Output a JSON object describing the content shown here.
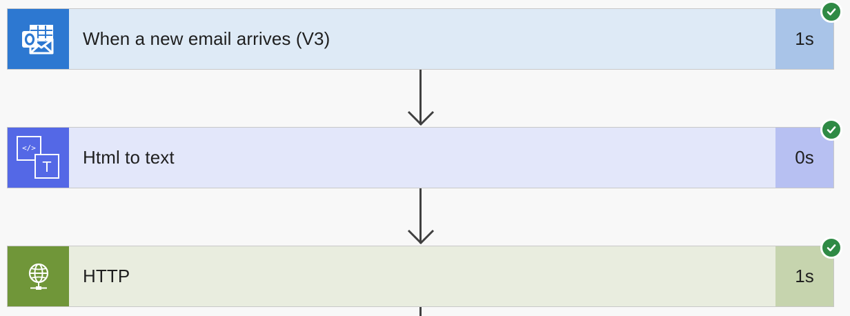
{
  "steps": [
    {
      "title": "When a new email arrives (V3)",
      "duration": "1s",
      "icon": "outlook-icon",
      "status": "succeeded",
      "colors": {
        "icon_bg": "#2d78d1",
        "body_bg": "#deeaf6",
        "duration_bg": "#a9c4e8"
      }
    },
    {
      "title": "Html to text",
      "duration": "0s",
      "icon": "html-to-text-icon",
      "status": "succeeded",
      "colors": {
        "icon_bg": "#5468e6",
        "body_bg": "#e3e7fa",
        "duration_bg": "#b7c0f2"
      }
    },
    {
      "title": "HTTP",
      "duration": "1s",
      "icon": "globe-icon",
      "status": "succeeded",
      "colors": {
        "icon_bg": "#709639",
        "body_bg": "#e9eddf",
        "duration_bg": "#c6d4ae"
      }
    }
  ],
  "colors": {
    "canvas_bg": "#f8f8f8",
    "success_green": "#2f8a45",
    "connector": "#3f3f3f"
  }
}
